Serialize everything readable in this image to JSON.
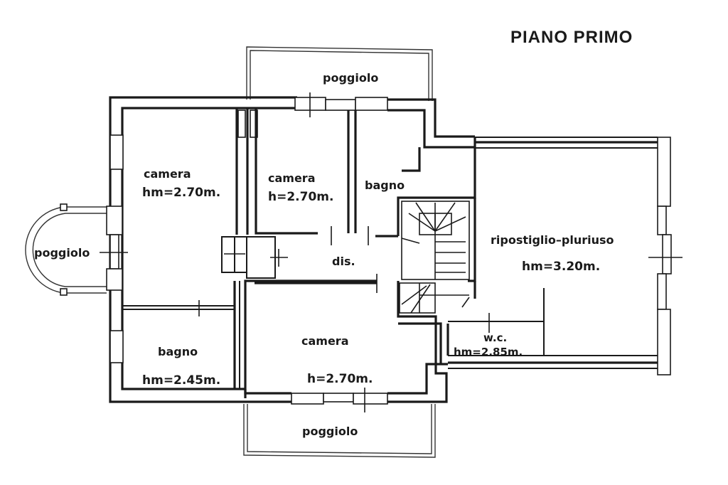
{
  "drawing": {
    "title": "PIANO PRIMO",
    "type": "floor plan"
  },
  "rooms": [
    {
      "id": "camera-west",
      "name": "camera",
      "height": "hm=2.70m."
    },
    {
      "id": "camera-north",
      "name": "camera",
      "height": "h=2.70m."
    },
    {
      "id": "bagno-north",
      "name": "bagno",
      "height": ""
    },
    {
      "id": "disimpegno",
      "name": "dis.",
      "height": ""
    },
    {
      "id": "ripostiglio",
      "name": "ripostiglio–pluriuso",
      "height": "hm=3.20m."
    },
    {
      "id": "wc",
      "name": "w.c.",
      "height": "hm=2.85m."
    },
    {
      "id": "bagno-south",
      "name": "bagno",
      "height": "hm=2.45m."
    },
    {
      "id": "camera-south",
      "name": "camera",
      "height": "h=2.70m."
    }
  ],
  "balconies": [
    {
      "id": "poggiolo-north",
      "name": "poggiolo"
    },
    {
      "id": "poggiolo-west",
      "name": "poggiolo"
    },
    {
      "id": "poggiolo-south",
      "name": "poggiolo"
    }
  ]
}
